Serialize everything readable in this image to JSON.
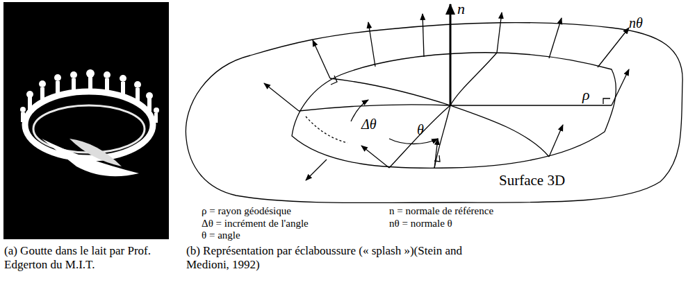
{
  "diagram": {
    "labels": [
      "n",
      "nθ",
      "ρ",
      "Δθ",
      "θ",
      "Surface 3D",
      "ρ = rayon géodésique",
      "n = normale de référence",
      "Δθ = incrément de l'angle",
      "nθ = normale θ",
      "θ = angle",
      "(a) Goutte dans le lait par Prof. Edgerton du M.I.T.",
      "(b) Représentation par éclaboussure (« splash »)(Stein and Medioni, 1992)"
    ]
  }
}
